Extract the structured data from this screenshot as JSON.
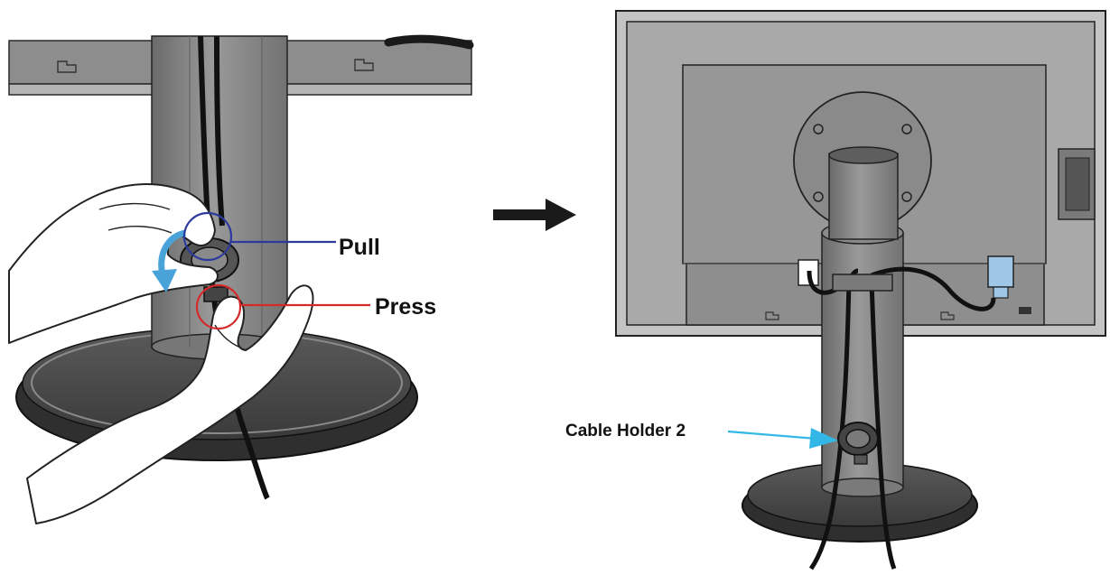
{
  "labels": {
    "pull": "Pull",
    "press": "Press",
    "cable_holder": "Cable Holder 2"
  },
  "colors": {
    "pull_marker": "#2b3a9c",
    "press_marker": "#d42a2a",
    "cable_holder_pointer": "#33b7e6",
    "motion_arrow": "#4aa3d8",
    "step_arrow": "#1a1a1a",
    "metal_dark": "#6f6f6f",
    "metal_mid": "#8c8c8c",
    "metal_light": "#a5a5a5",
    "base": "#4a4a4a",
    "cable": "#1a1a1a"
  },
  "icons": {
    "step_arrow": "right-arrow-icon",
    "rotate_arrow": "curved-arrow-icon"
  }
}
